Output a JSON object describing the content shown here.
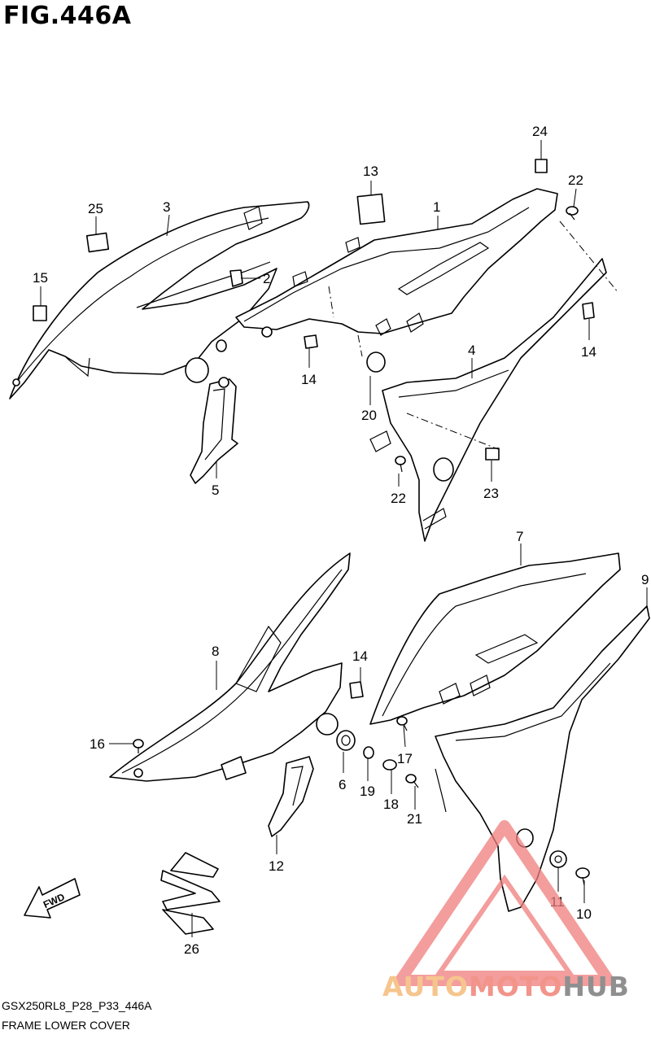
{
  "figure": {
    "title": "FIG.446A",
    "code": "GSX250RL8_P28_P33_446A",
    "subtitle": "FRAME LOWER COVER"
  },
  "fwd_label": "FWD",
  "callouts": {
    "p1": "1",
    "p2": "2",
    "p3": "3",
    "p4": "4",
    "p5": "5",
    "p6": "6",
    "p7": "7",
    "p8": "8",
    "p9": "9",
    "p10": "10",
    "p11": "11",
    "p12": "12",
    "p13": "13",
    "p14a": "14",
    "p14b": "14",
    "p14c": "14",
    "p15": "15",
    "p16": "16",
    "p17": "17",
    "p18": "18",
    "p19": "19",
    "p20": "20",
    "p21": "21",
    "p22a": "22",
    "p22b": "22",
    "p23": "23",
    "p24": "24",
    "p25": "25",
    "p26": "26"
  },
  "watermark": {
    "part1": "AUTO",
    "part2": "MOTO",
    "part3": "HUB",
    "color_auto": "#f6c58e",
    "color_moto": "#f2948a",
    "color_hub": "#8f8f8f",
    "logo_color": "#ef7d7d"
  }
}
